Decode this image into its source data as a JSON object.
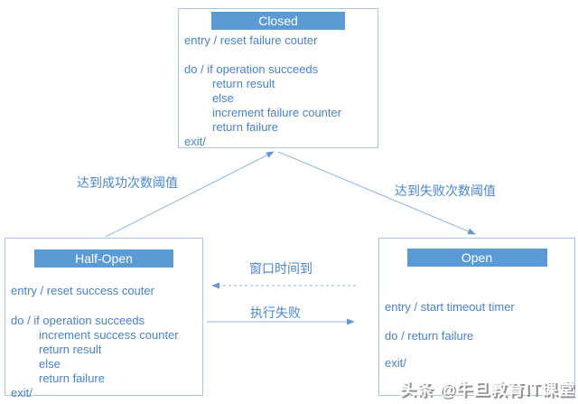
{
  "diagram_title": "Circuit breaker state diagram",
  "colors": {
    "header_bg": "#5b9bd5",
    "header_text": "#ffffff",
    "body_text": "#4a82c4",
    "box_border": "#aac6e6",
    "arrow_line": "#8fb4e0",
    "label_text": "#4a86c8"
  },
  "states": {
    "closed": {
      "title": "Closed",
      "lines": [
        "entry / reset failure couter",
        "do / if operation succeeds",
        "return result",
        "else",
        "increment failure counter",
        "return failure",
        "exit/"
      ]
    },
    "half_open": {
      "title": "Half-Open",
      "lines": [
        "entry / reset success couter",
        "do / if operation succeeds",
        "increment success counter",
        "return result",
        "else",
        "return failure",
        "exit/"
      ]
    },
    "open": {
      "title": "Open",
      "lines": [
        "entry / start timeout timer",
        "do / return failure",
        "exit/"
      ]
    }
  },
  "transitions": {
    "success_threshold": "达到成功次数阈值",
    "failure_threshold": "达到失败次数阈值",
    "window_timeout": "窗口时间到",
    "exec_failure": "执行失败"
  },
  "watermark": "头条 @牛旦教育IT课堂"
}
